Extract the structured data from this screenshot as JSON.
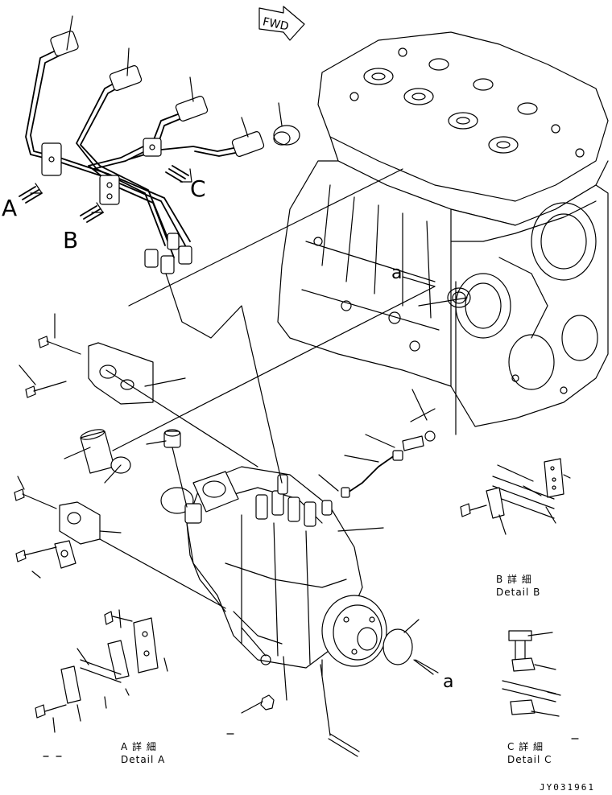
{
  "labels": {
    "fwd": "FWD",
    "view_a": "A",
    "view_b": "B",
    "view_c": "C",
    "ref_a_top": "a",
    "ref_a_bottom": "a"
  },
  "details": {
    "a_jp": "A 詳 細",
    "a_en": "Detail A",
    "b_jp": "B 詳 細",
    "b_en": "Detail B",
    "c_jp": "C 詳 細",
    "c_en": "Detail C"
  },
  "drawing_code": "JY031961"
}
